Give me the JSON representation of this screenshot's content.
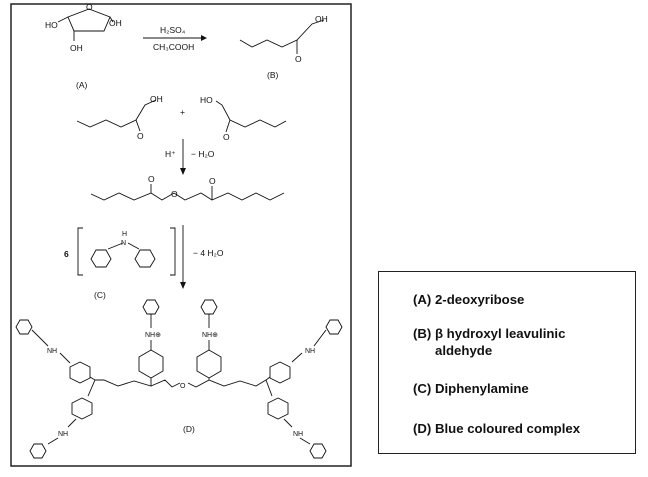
{
  "scheme": {
    "reagent_top": "H₂SO₄",
    "reagent_bottom": "CH₃COOH",
    "label_A": "(A)",
    "label_B": "(B)",
    "label_C": "(C)",
    "label_D": "(D)",
    "plus": "+",
    "acid": "H⁺",
    "minus_water": "− H₂O",
    "coefficient": "6",
    "minus_4water": "− 4 H₂O",
    "atom_HO": "HO",
    "atom_OH": "OH",
    "atom_O": "O",
    "atom_H": "H",
    "atom_N": "N",
    "atom_NH": "NH",
    "atom_NHplus": "NH⊕"
  },
  "legend": {
    "a": "(A) 2-deoxyribose",
    "b1": "(B)  β hydroxyl leavulinic",
    "b2": "aldehyde",
    "c": "(C) Diphenylamine",
    "d": "(D) Blue coloured complex"
  }
}
